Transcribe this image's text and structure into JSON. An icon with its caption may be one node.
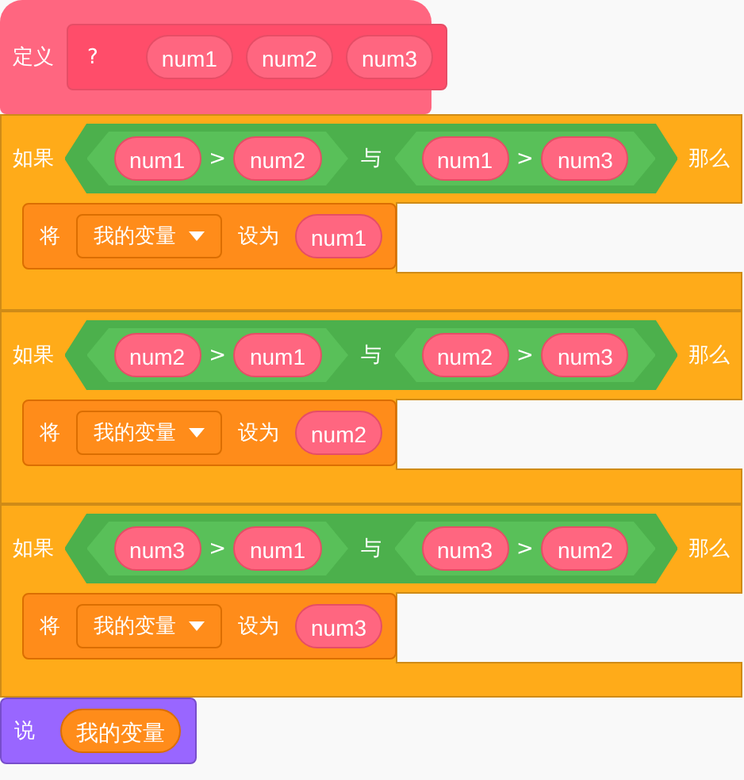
{
  "diagram": {
    "nodes": [
      {
        "text": [
          "定义"
        ]
      },
      {
        "text": [
          "?"
        ],
        "in": 0
      },
      {
        "text": [
          "num1"
        ],
        "in": 1
      },
      {
        "text": [
          "num2"
        ],
        "in": 1
      },
      {
        "text": [
          "num3"
        ],
        "in": 1
      },
      {
        "text": [
          "如果",
          "那么"
        ]
      },
      {
        "text": [
          "与"
        ],
        "in": 5
      },
      {
        "text": [
          ">"
        ],
        "in": 6
      },
      {
        "text": [
          "num1"
        ],
        "in": 7
      },
      {
        "text": [
          "num2"
        ],
        "in": 7
      },
      {
        "text": [
          ">"
        ],
        "in": 6
      },
      {
        "text": [
          "num1"
        ],
        "in": 10
      },
      {
        "text": [
          "num3"
        ],
        "in": 10
      },
      {
        "text": [
          "将",
          "设为"
        ],
        "in": 5
      },
      {
        "text": [
          "我的变量"
        ],
        "in": 13
      },
      {
        "text": [
          "num1"
        ],
        "in": 13
      },
      {
        "text": [
          "如果",
          "那么"
        ]
      },
      {
        "text": [
          "与"
        ],
        "in": 16
      },
      {
        "text": [
          ">"
        ],
        "in": 17
      },
      {
        "text": [
          "num2"
        ],
        "in": 18
      },
      {
        "text": [
          "num1"
        ],
        "in": 18
      },
      {
        "text": [
          ">"
        ],
        "in": 17
      },
      {
        "text": [
          "num2"
        ],
        "in": 21
      },
      {
        "text": [
          "num3"
        ],
        "in": 21
      },
      {
        "text": [
          "将",
          "设为"
        ],
        "in": 16
      },
      {
        "text": [
          "我的变量"
        ],
        "in": 24
      },
      {
        "text": [
          "num2"
        ],
        "in": 24
      },
      {
        "text": [
          "如果",
          "那么"
        ]
      },
      {
        "text": [
          "与"
        ],
        "in": 27
      },
      {
        "text": [
          ">"
        ],
        "in": 28
      },
      {
        "text": [
          "num3"
        ],
        "in": 29
      },
      {
        "text": [
          "num1"
        ],
        "in": 29
      },
      {
        "text": [
          ">"
        ],
        "in": 28
      },
      {
        "text": [
          "num3"
        ],
        "in": 32
      },
      {
        "text": [
          "num2"
        ],
        "in": 32
      },
      {
        "text": [
          "将",
          "设为"
        ],
        "in": 27
      },
      {
        "text": [
          "我的变量"
        ],
        "in": 35
      },
      {
        "text": [
          "num3"
        ],
        "in": 35
      },
      {
        "text": [
          "说"
        ]
      },
      {
        "text": [
          "我的变量"
        ],
        "in": 38
      }
    ]
  }
}
